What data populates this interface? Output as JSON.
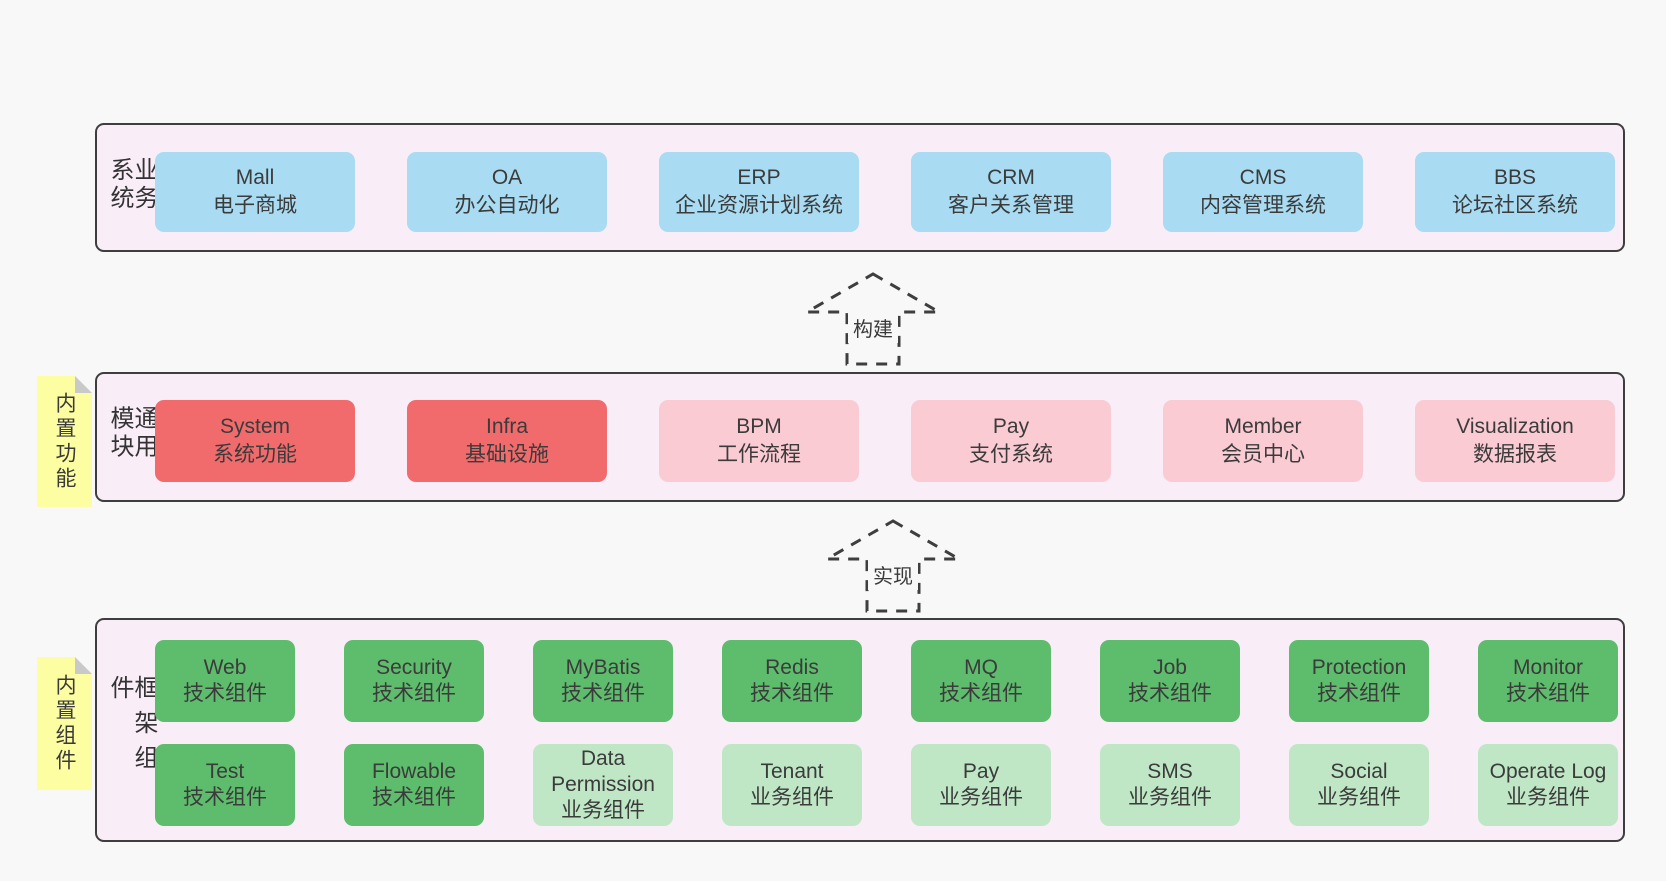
{
  "diagram": {
    "colors": {
      "page_bg": "#f8f8f8",
      "panel_bg": "#f9eef7",
      "panel_border": "#3e3e3e",
      "business_box_blue": "#a9dcf3",
      "core_module_box_red": "#f16b6c",
      "module_box_pink": "#fbcbd4",
      "tech_component_box_green": "#5ebd6d",
      "biz_component_box_light_green": "#bfe7c6",
      "sticky_note_yellow": "#fdfda1",
      "sticky_fold_gray": "#c9c9c9",
      "text": "#3a3a3a"
    },
    "arrows": [
      {
        "label": "构建"
      },
      {
        "label": "实现"
      }
    ],
    "sections": [
      {
        "label": "业务系统",
        "boxes": [
          {
            "title": "Mall",
            "subtitle": "电子商城"
          },
          {
            "title": "OA",
            "subtitle": "办公自动化"
          },
          {
            "title": "ERP",
            "subtitle": "企业资源计划系统"
          },
          {
            "title": "CRM",
            "subtitle": "客户关系管理"
          },
          {
            "title": "CMS",
            "subtitle": "内容管理系统"
          },
          {
            "title": "BBS",
            "subtitle": "论坛社区系统"
          }
        ]
      },
      {
        "label": "通用模块",
        "sticky": "内置功能",
        "boxes": [
          {
            "title": "System",
            "subtitle": "系统功能"
          },
          {
            "title": "Infra",
            "subtitle": "基础设施"
          },
          {
            "title": "BPM",
            "subtitle": "工作流程"
          },
          {
            "title": "Pay",
            "subtitle": "支付系统"
          },
          {
            "title": "Member",
            "subtitle": "会员中心"
          },
          {
            "title": "Visualization",
            "subtitle": "数据报表"
          }
        ]
      },
      {
        "label": "框架组件",
        "sticky": "内置组件",
        "rows": [
          [
            {
              "title": "Web",
              "subtitle": "技术组件"
            },
            {
              "title": "Security",
              "subtitle": "技术组件"
            },
            {
              "title": "MyBatis",
              "subtitle": "技术组件"
            },
            {
              "title": "Redis",
              "subtitle": "技术组件"
            },
            {
              "title": "MQ",
              "subtitle": "技术组件"
            },
            {
              "title": "Job",
              "subtitle": "技术组件"
            },
            {
              "title": "Protection",
              "subtitle": "技术组件"
            },
            {
              "title": "Monitor",
              "subtitle": "技术组件"
            }
          ],
          [
            {
              "title": "Test",
              "subtitle": "技术组件"
            },
            {
              "title": "Flowable",
              "subtitle": "技术组件"
            },
            {
              "title": "Data Permission",
              "subtitle": "业务组件"
            },
            {
              "title": "Tenant",
              "subtitle": "业务组件"
            },
            {
              "title": "Pay",
              "subtitle": "业务组件"
            },
            {
              "title": "SMS",
              "subtitle": "业务组件"
            },
            {
              "title": "Social",
              "subtitle": "业务组件"
            },
            {
              "title": "Operate Log",
              "subtitle": "业务组件"
            }
          ]
        ]
      }
    ]
  }
}
